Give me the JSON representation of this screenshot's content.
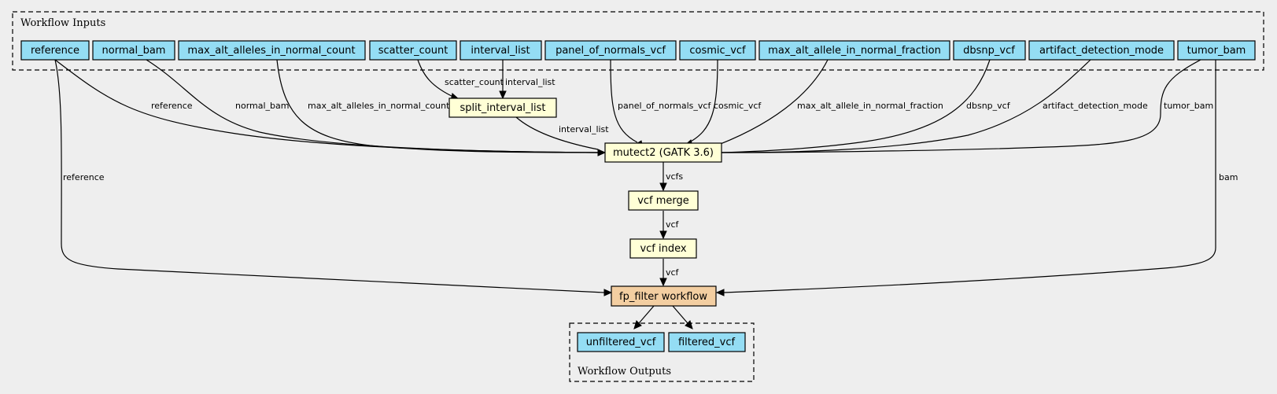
{
  "clusters": {
    "inputs": "Workflow Inputs",
    "outputs": "Workflow Outputs"
  },
  "colors": {
    "input": "#94ddf4",
    "step": "#ffffd6",
    "subworkflow": "#f3cea1"
  },
  "nodes": {
    "reference": "reference",
    "normal_bam": "normal_bam",
    "max_alt_alleles_in_normal_count": "max_alt_alleles_in_normal_count",
    "scatter_count": "scatter_count",
    "interval_list": "interval_list",
    "panel_of_normals_vcf": "panel_of_normals_vcf",
    "cosmic_vcf": "cosmic_vcf",
    "max_alt_allele_in_normal_fraction": "max_alt_allele_in_normal_fraction",
    "dbsnp_vcf": "dbsnp_vcf",
    "artifact_detection_mode": "artifact_detection_mode",
    "tumor_bam": "tumor_bam",
    "split_interval_list": "split_interval_list",
    "mutect2": "mutect2 (GATK 3.6)",
    "vcf_merge": "vcf merge",
    "vcf_index": "vcf index",
    "fp_filter": "fp_filter workflow",
    "unfiltered_vcf": "unfiltered_vcf",
    "filtered_vcf": "filtered_vcf"
  },
  "edges": {
    "scatter_count": "scatter_count",
    "interval_list": "interval_list",
    "reference_mutect": "reference",
    "normal_bam": "normal_bam",
    "max_alt_alleles": "max_alt_alleles_in_normal_count",
    "split_interval": "interval_list",
    "panel_of_normals": "panel_of_normals_vcf",
    "cosmic": "cosmic_vcf",
    "max_alt_fraction": "max_alt_allele_in_normal_fraction",
    "dbsnp": "dbsnp_vcf",
    "artifact": "artifact_detection_mode",
    "tumor_bam": "tumor_bam",
    "reference_fp": "reference",
    "bam": "bam",
    "vcfs": "vcfs",
    "vcf_merge_index": "vcf",
    "vcf_index_fp": "vcf"
  }
}
